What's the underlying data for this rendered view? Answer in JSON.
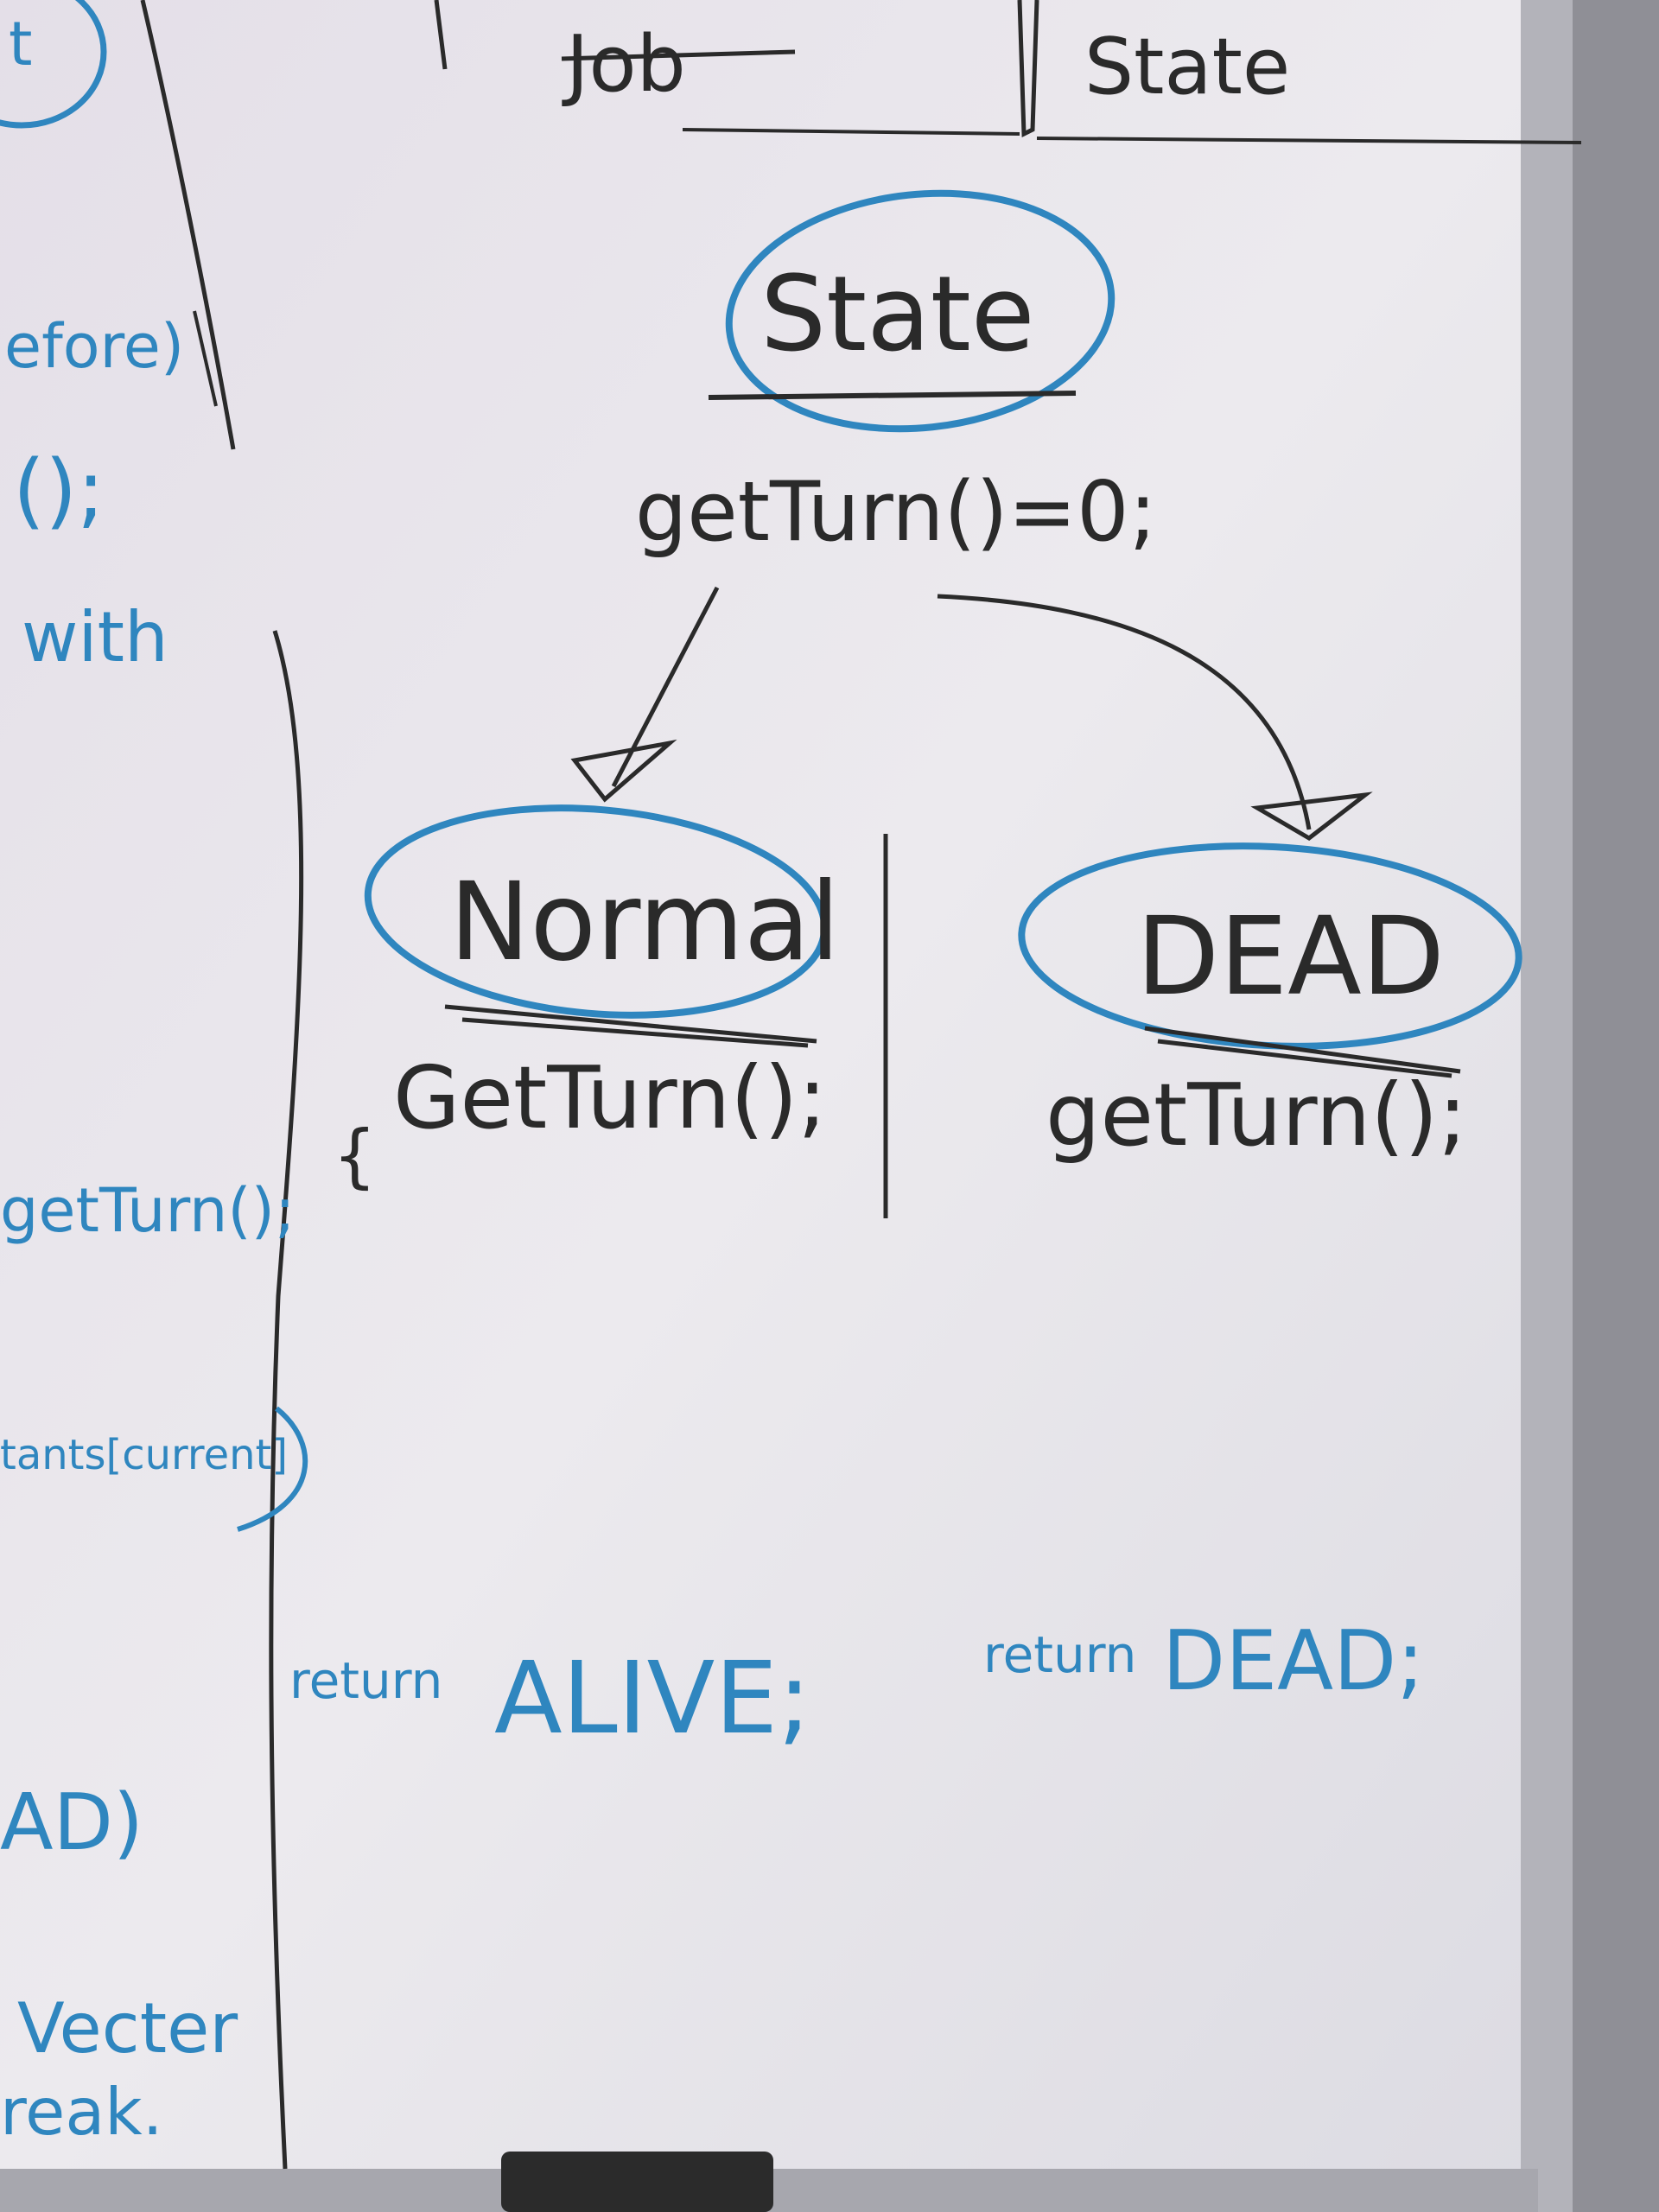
{
  "colors": {
    "board": "#e9e8ee",
    "marker_black": "#2a2a2a",
    "marker_blue": "#2f86bf",
    "frame": "#a9a9b0",
    "eraser": "#2b2b2b"
  },
  "header": {
    "col1": "Job",
    "col2": "State"
  },
  "diagram": {
    "base_class": "State",
    "base_method": "getTurn()=0;",
    "left_class": "Normal",
    "left_method": "GetTurn();",
    "left_brace": "{",
    "right_class": "DEAD",
    "right_method": "getTurn();",
    "left_return_kw": "return",
    "left_return_val": "ALIVE;",
    "right_return_kw": "return",
    "right_return_val": "DEAD;"
  },
  "left_fragments": {
    "f1": "t",
    "f2": "efore)",
    "f3": "();",
    "f4": "with",
    "f5": "getTurn();",
    "f6": "tants[current]",
    "f7": "AD)",
    "f8": "Vecter",
    "f9": "reak."
  }
}
